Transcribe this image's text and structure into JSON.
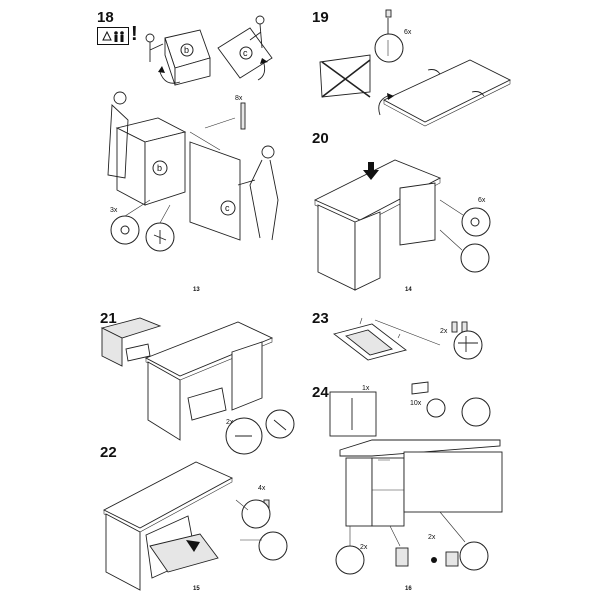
{
  "steps": [
    {
      "number": "18",
      "page": "13",
      "labels": [
        "b",
        "c",
        "b",
        "c"
      ],
      "quantities": [
        "8x",
        "3x"
      ],
      "warning_mark": "!"
    },
    {
      "number": "19",
      "quantities": [
        "6x"
      ]
    },
    {
      "number": "20",
      "page": "14",
      "quantities": [
        "6x"
      ]
    },
    {
      "number": "21"
    },
    {
      "number": "22",
      "page": "15",
      "quantities": [
        "4x"
      ]
    },
    {
      "number": "23",
      "quantities": [
        "2x"
      ]
    },
    {
      "number": "24",
      "page": "16",
      "quantities": [
        "1x",
        "10x",
        "2x",
        "2x"
      ]
    }
  ],
  "icons": [
    "two-person-warning-icon",
    "arrow-down-icon",
    "rotate-arrow-icon",
    "screw-icon",
    "dowel-icon",
    "cam-lock-icon",
    "hinge-icon"
  ]
}
